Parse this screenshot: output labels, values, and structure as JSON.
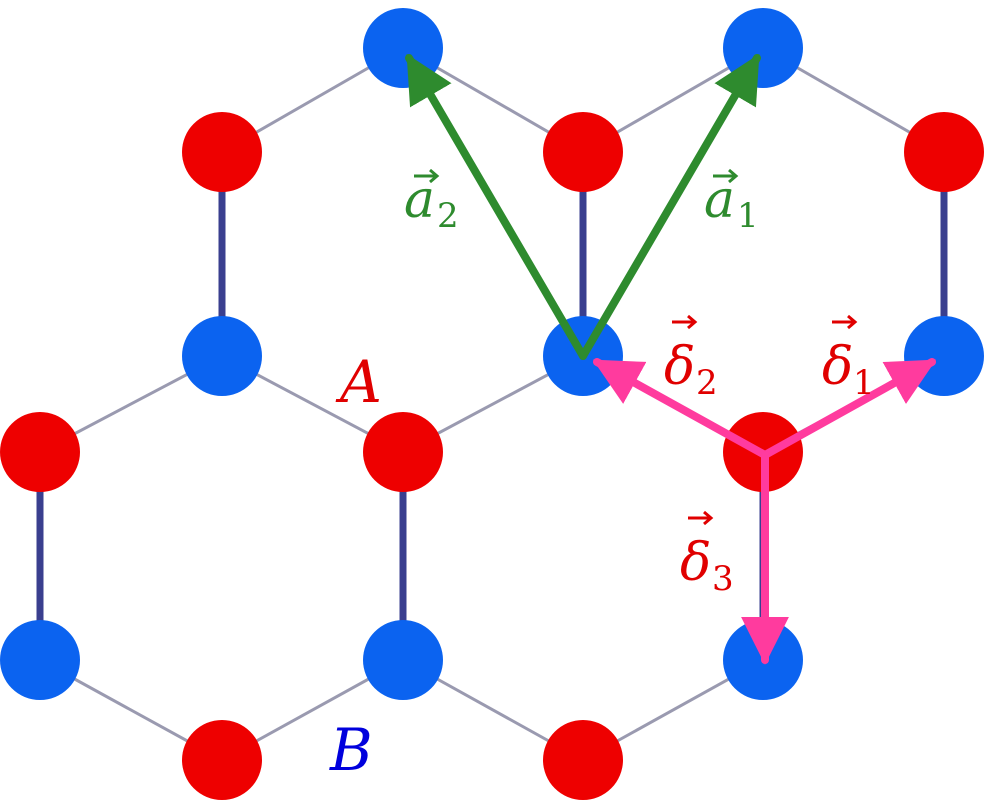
{
  "colors": {
    "atom_a": "#ee0000",
    "atom_b": "#0b63f0",
    "thin_bond": "#9a9ab0",
    "thick_bond": "#3a3f8f",
    "lattice_vector": "#2e8b2e",
    "neighbor_vector": "#ff3b9e",
    "label_a": "#e00000",
    "label_b": "#0000dd"
  },
  "sublattice_labels": {
    "a": "A",
    "b": "B"
  },
  "lattice_vectors": {
    "a1": {
      "symbol": "a",
      "subscript": "1"
    },
    "a2": {
      "symbol": "a",
      "subscript": "2"
    }
  },
  "neighbor_vectors": {
    "d1": {
      "symbol": "δ",
      "subscript": "1"
    },
    "d2": {
      "symbol": "δ",
      "subscript": "2"
    },
    "d3": {
      "symbol": "δ",
      "subscript": "3"
    }
  }
}
